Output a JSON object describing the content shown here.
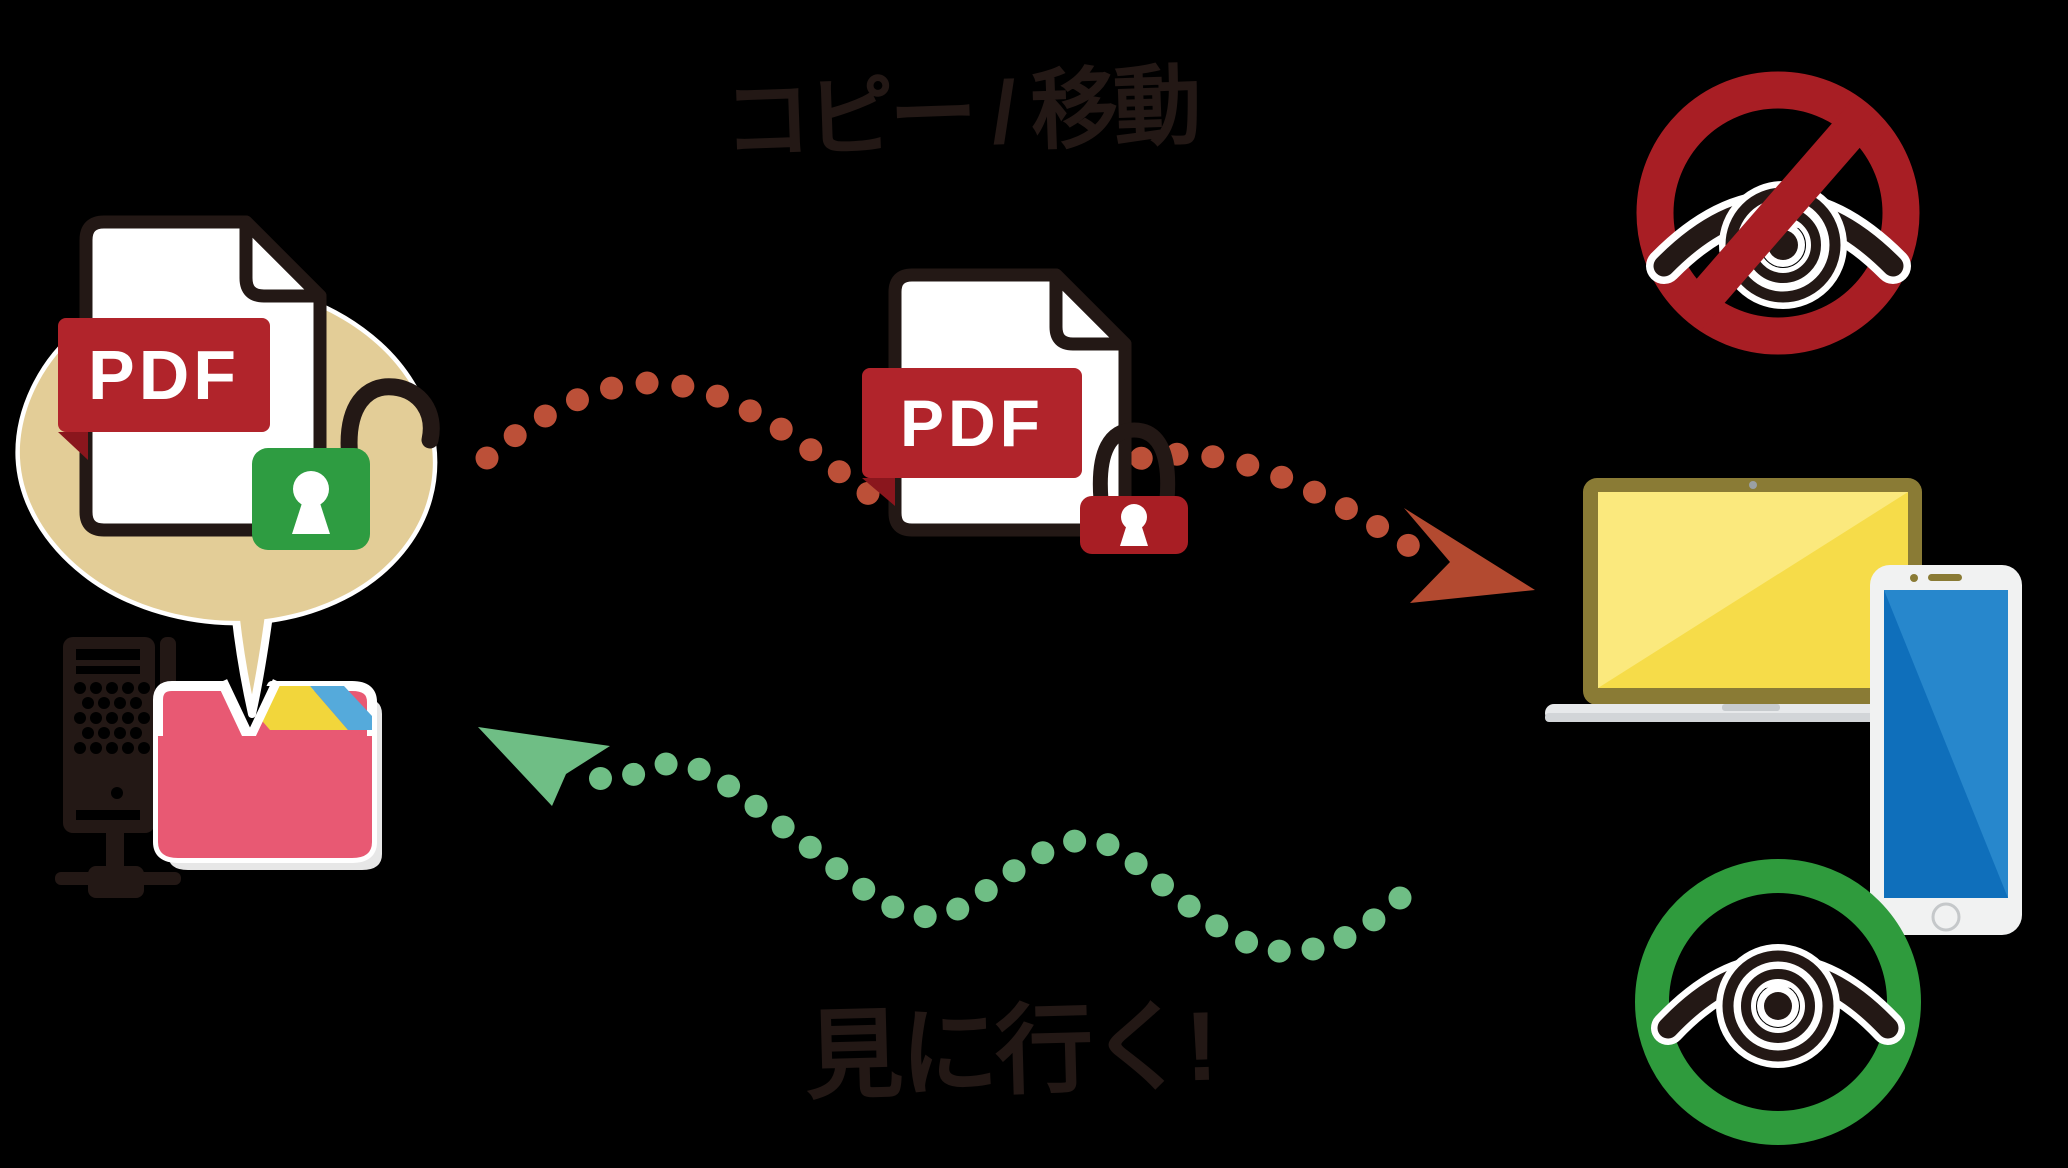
{
  "title": {
    "text": "コピー / 移動"
  },
  "bottom_label": {
    "text": "見に行く!"
  },
  "source_file": {
    "badge": "PDF"
  },
  "copied_file": {
    "badge": "PDF"
  },
  "icons": {
    "blocked_view": "no-view-crossed-eye-icon",
    "allowed_view": "view-eye-icon",
    "source_lock": "open-green-padlock-icon",
    "copy_lock": "closed-red-padlock-icon",
    "server": "server-tower-icon",
    "folder": "pink-folder-icon",
    "devices": "laptop-and-tablet-icon",
    "copy_arrow": "red-dotted-arc-arrow",
    "view_arrow": "green-dotted-wave-arrow"
  },
  "colors": {
    "bg": "#000000",
    "dark": "#231815",
    "banner_red": "#b1242b",
    "fold_red": "#8a161d",
    "prohibit_red": "#a81e24",
    "dot_red": "#bc5038",
    "arrow_red": "#b34a30",
    "lock_green": "#2e9c41",
    "ring_green": "#2f9b3d",
    "dot_green": "#6fbe85",
    "tan": "#e3cd97",
    "folder_pink": "#e85973",
    "folder_shadow": "#e7e7e7",
    "paper_yellow": "#f2d63b",
    "paper_blue": "#55aadb",
    "laptop_bezel": "#8a7b35",
    "screen_yellow": "#f6dc49",
    "screen_yellow_light": "#fbe97d",
    "laptop_base": "#e7e9eb",
    "laptop_base_shade": "#d2d5d8",
    "laptop_notch": "#c7cbce",
    "tablet_body": "#f1f2f2",
    "tablet_blue": "#0f6fbb",
    "tablet_blue_light": "#2787cc",
    "device_gray": "#c5c8ca",
    "webcam_gray": "#9aa0a3",
    "white": "#ffffff"
  }
}
